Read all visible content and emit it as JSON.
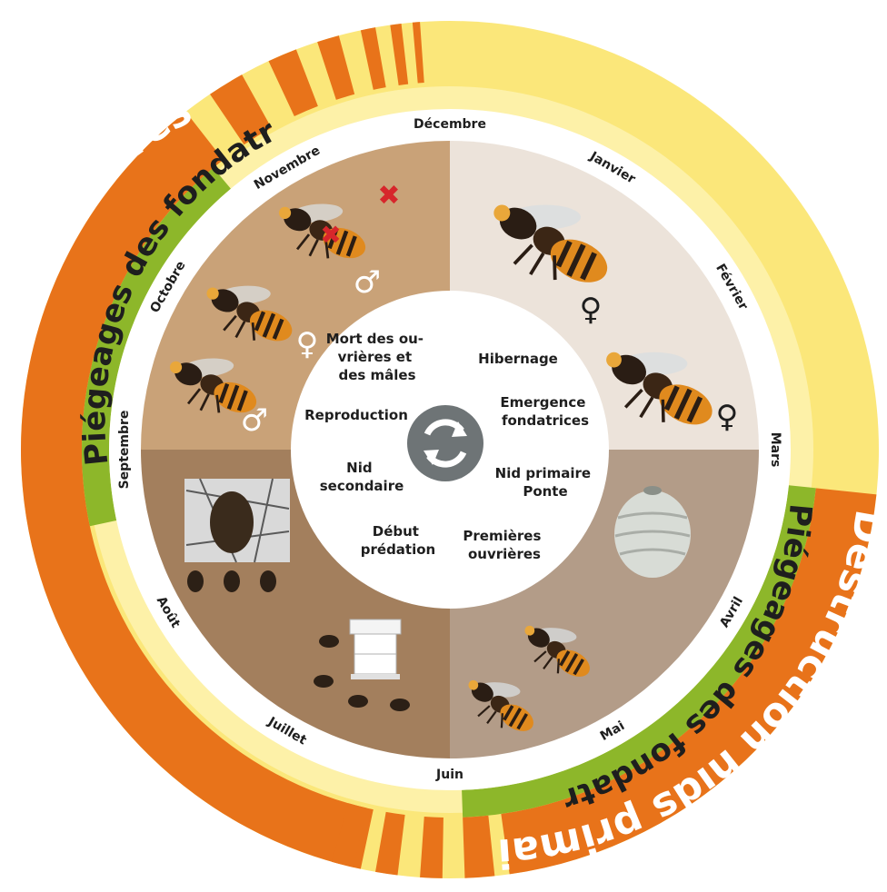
{
  "colors": {
    "orange": "#e8731a",
    "yellow": "#fbe77a",
    "pale_yellow": "#fdf1a8",
    "green": "#8db72a",
    "white": "#ffffff",
    "quad_autumn": "#c9a278",
    "quad_winter": "#ece3da",
    "quad_summer": "#a37f5d",
    "quad_spring": "#b39c88",
    "center_icon": "#6e7476",
    "text_dark": "#1e1e1e"
  },
  "outer_ring": {
    "secondary_label": "Destruction nids secondaires",
    "primary_label": "Destruction nids primaires"
  },
  "green_arcs": {
    "autumn_label": "Piégeages des fondatrices",
    "spring_label": "Piégeages des fondatrices"
  },
  "months": [
    {
      "label": "Décembre",
      "angle": 0
    },
    {
      "label": "Janvier",
      "angle": 30
    },
    {
      "label": "Février",
      "angle": 60
    },
    {
      "label": "Mars",
      "angle": 90
    },
    {
      "label": "Avril",
      "angle": 120
    },
    {
      "label": "Mai",
      "angle": 150
    },
    {
      "label": "Juin",
      "angle": 180
    },
    {
      "label": "Juillet",
      "angle": 210
    },
    {
      "label": "Août",
      "angle": 240
    },
    {
      "label": "Septembre",
      "angle": 270
    },
    {
      "label": "Octobre",
      "angle": 300
    },
    {
      "label": "Novembre",
      "angle": 330
    }
  ],
  "phases": {
    "top_left": [
      "Mort des ou-",
      "vrières et",
      "des mâles"
    ],
    "reproduction": "Reproduction",
    "nid_secondaire": [
      "Nid",
      "secondaire"
    ],
    "debut_predation": [
      "Début",
      "prédation"
    ],
    "hibernage": "Hibernage",
    "emergence": [
      "Emergence",
      "fondatrices"
    ],
    "nid_primaire": [
      "Nid primaire",
      "Ponte"
    ],
    "premieres_ouvrieres": [
      "Premières",
      "ouvrières"
    ]
  },
  "symbols": {
    "female": "♀",
    "male": "♂",
    "dead": "✖"
  }
}
